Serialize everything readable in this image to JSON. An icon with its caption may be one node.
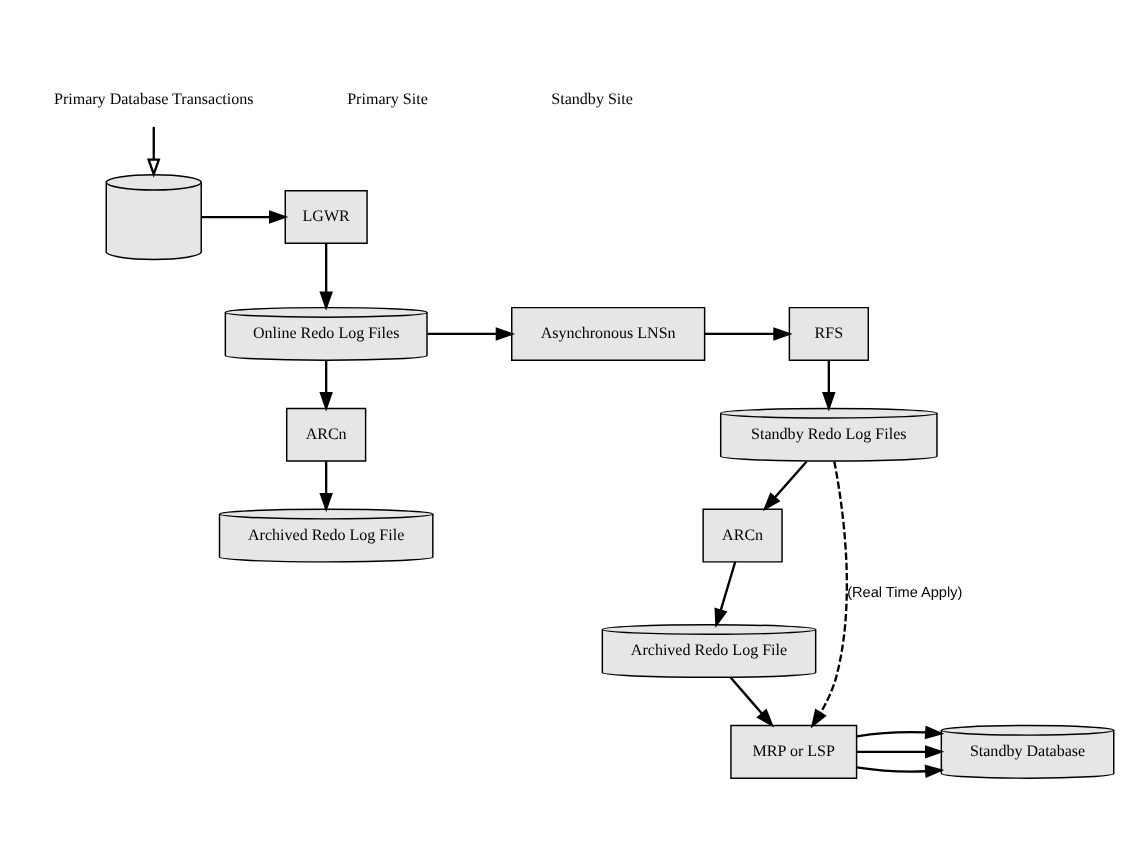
{
  "diagram": {
    "nodes": [
      {
        "text": [
          "Primary Database Transactions"
        ]
      },
      {
        "text": [],
        "shape": "cylinder"
      },
      {
        "text": [
          "LGWR"
        ]
      },
      {
        "text": [
          "Online Redo Log Files"
        ]
      },
      {
        "text": [
          "Asynchronous LNSn"
        ]
      },
      {
        "text": [
          "ARCn"
        ]
      },
      {
        "text": [
          "Archived Redo Log File"
        ]
      },
      {
        "text": [
          "RFS"
        ]
      },
      {
        "text": [
          "Standby Redo Log Files"
        ]
      },
      {
        "text": [
          "ARCn"
        ]
      },
      {
        "text": [
          "Archived Redo Log File"
        ]
      },
      {
        "text": [
          "MRP or LSP"
        ]
      },
      {
        "text": [
          "Standby Database"
        ]
      }
    ],
    "edges": [
      {
        "from": 0,
        "to": 1,
        "arrow": "to"
      },
      {
        "from": 1,
        "to": 2,
        "arrow": "to"
      },
      {
        "from": 2,
        "to": 3,
        "arrow": "to"
      },
      {
        "from": 3,
        "to": 4,
        "arrow": "to"
      },
      {
        "from": 4,
        "to": 7,
        "arrow": "to"
      },
      {
        "from": 3,
        "to": 5,
        "arrow": "to"
      },
      {
        "from": 5,
        "to": 6,
        "arrow": "to"
      },
      {
        "from": 7,
        "to": 8,
        "arrow": "to"
      },
      {
        "from": 8,
        "to": 11,
        "arrow": "to",
        "label": "(Real Time Apply)",
        "style": "dashed"
      },
      {
        "from": 8,
        "to": 9,
        "arrow": "to"
      },
      {
        "from": 9,
        "to": 10,
        "arrow": "to"
      },
      {
        "from": 10,
        "to": 11,
        "arrow": "to"
      },
      {
        "from": 11,
        "to": 12,
        "arrow": "to"
      },
      {
        "from": 11,
        "to": 12,
        "arrow": "to"
      },
      {
        "from": 11,
        "to": 12,
        "arrow": "to"
      }
    ],
    "labels": [
      "Primary Site",
      "Standby Site"
    ]
  }
}
